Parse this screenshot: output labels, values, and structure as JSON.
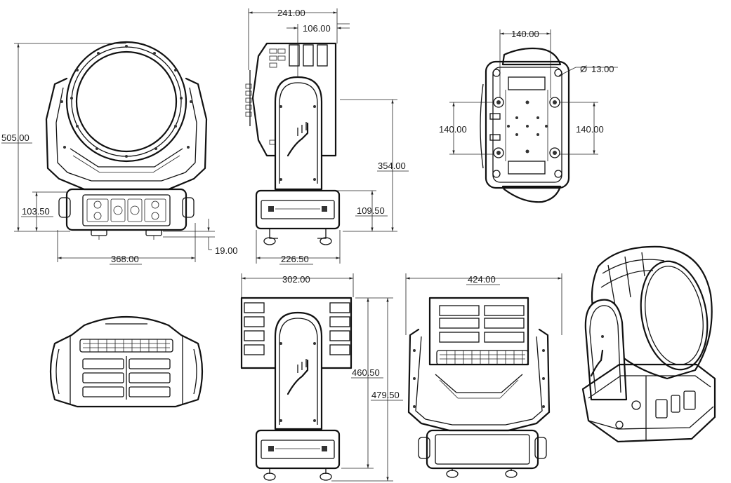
{
  "dimensions": {
    "front_height": "505.00",
    "front_base_height": "103.50",
    "front_width": "368.00",
    "front_feet": "19.00",
    "side_depth": "241.00",
    "side_head_depth": "106.00",
    "side_arm_height": "354.00",
    "side_base_height": "109.50",
    "side_base_width": "226.50",
    "bottom_width": "140.00",
    "bottom_hole": "13.00",
    "bottom_left_height": "140.00",
    "bottom_right_height": "140.00",
    "rear_width": "302.00",
    "rear_height_inner": "460.50",
    "rear_height_outer": "479.50",
    "back_width": "424.00"
  },
  "symbols": {
    "diameter": "Ø"
  },
  "colors": {
    "line": "#111111",
    "background": "#ffffff"
  }
}
